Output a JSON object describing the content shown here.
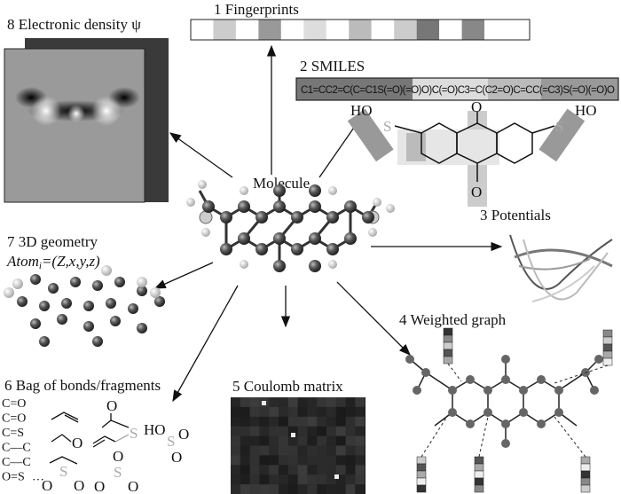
{
  "center": {
    "label": "Molecule"
  },
  "representations": {
    "fingerprints": {
      "label": "1 Fingerprints",
      "cells": [
        "#fff",
        "#ccc",
        "#fff",
        "#999",
        "#fff",
        "#ddd",
        "#fff",
        "#bbb",
        "#fff",
        "#ccc",
        "#777",
        "#fff",
        "#888",
        "#fff",
        "#fff"
      ]
    },
    "smiles": {
      "label": "2 SMILES",
      "string": "C1=CC2=C(C=C1S(=O)(=O)O)C(=O)C3=C(C2=O)C=CC(=C3)S(=O)(=O)O",
      "atoms": {
        "oh": "HO",
        "o": "O",
        "s": "S"
      }
    },
    "potentials": {
      "label": "3 Potentials"
    },
    "weighted_graph": {
      "label": "4 Weighted graph"
    },
    "coulomb": {
      "label": "5 Coulomb matrix"
    },
    "bag": {
      "label": "6 Bag of bonds/fragments",
      "bonds": [
        "C=O",
        "C=O",
        "C=S",
        "C—C",
        "C—C",
        "O=S",
        "…"
      ],
      "atoms": {
        "o": "O",
        "s": "S",
        "ho": "HO"
      }
    },
    "geometry": {
      "label": "7 3D geometry",
      "formula_prefix": "Atom",
      "formula_sub": "i",
      "formula_rest": "=(Z,x,y,z)"
    },
    "density": {
      "label": "8 Electronic density ψ"
    }
  },
  "colors": {
    "atom": "#555555",
    "hydrogen": "#e8e8e8",
    "coulomb_bg": "#1a1a1a"
  }
}
